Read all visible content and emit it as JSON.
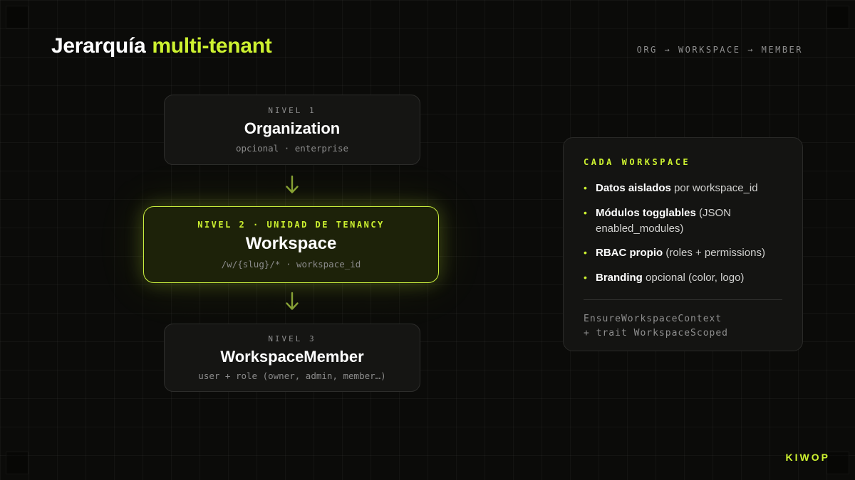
{
  "slide": {
    "title": {
      "main": "Jerarquía",
      "accent": "multi-tenant"
    },
    "breadcrumb": "ORG → WORKSPACE → MEMBER",
    "brand": "KIWOP"
  },
  "flow": {
    "nodes": [
      {
        "label": "NIVEL 1",
        "title": "Organization",
        "subtitle": "opcional · enterprise"
      },
      {
        "label": "NIVEL 2 · UNIDAD DE TENANCY",
        "title": "Workspace",
        "subtitle": "/w/{slug}/* · workspace_id"
      },
      {
        "label": "NIVEL 3",
        "title": "WorkspaceMember",
        "subtitle": "user + role (owner, admin, member…)"
      }
    ]
  },
  "panel": {
    "heading": "CADA WORKSPACE",
    "bullet_glyph": "•",
    "bullets": [
      {
        "bold": "Datos aislados",
        "rest": " por workspace_id"
      },
      {
        "bold": "Módulos togglables",
        "rest": " (JSON enabled_modules)"
      },
      {
        "bold": "RBAC propio",
        "rest": " (roles + permissions)"
      },
      {
        "bold": "Branding",
        "rest": " opcional (color, logo)"
      }
    ],
    "code": [
      "EnsureWorkspaceContext",
      "+ trait WorkspaceScoped"
    ]
  },
  "colors": {
    "background": "#0b0b09",
    "accent": "#cdf230",
    "highlight_border": "#c9ee3e",
    "arrow": "#86a035",
    "muted_text": "#8e8e8e"
  }
}
